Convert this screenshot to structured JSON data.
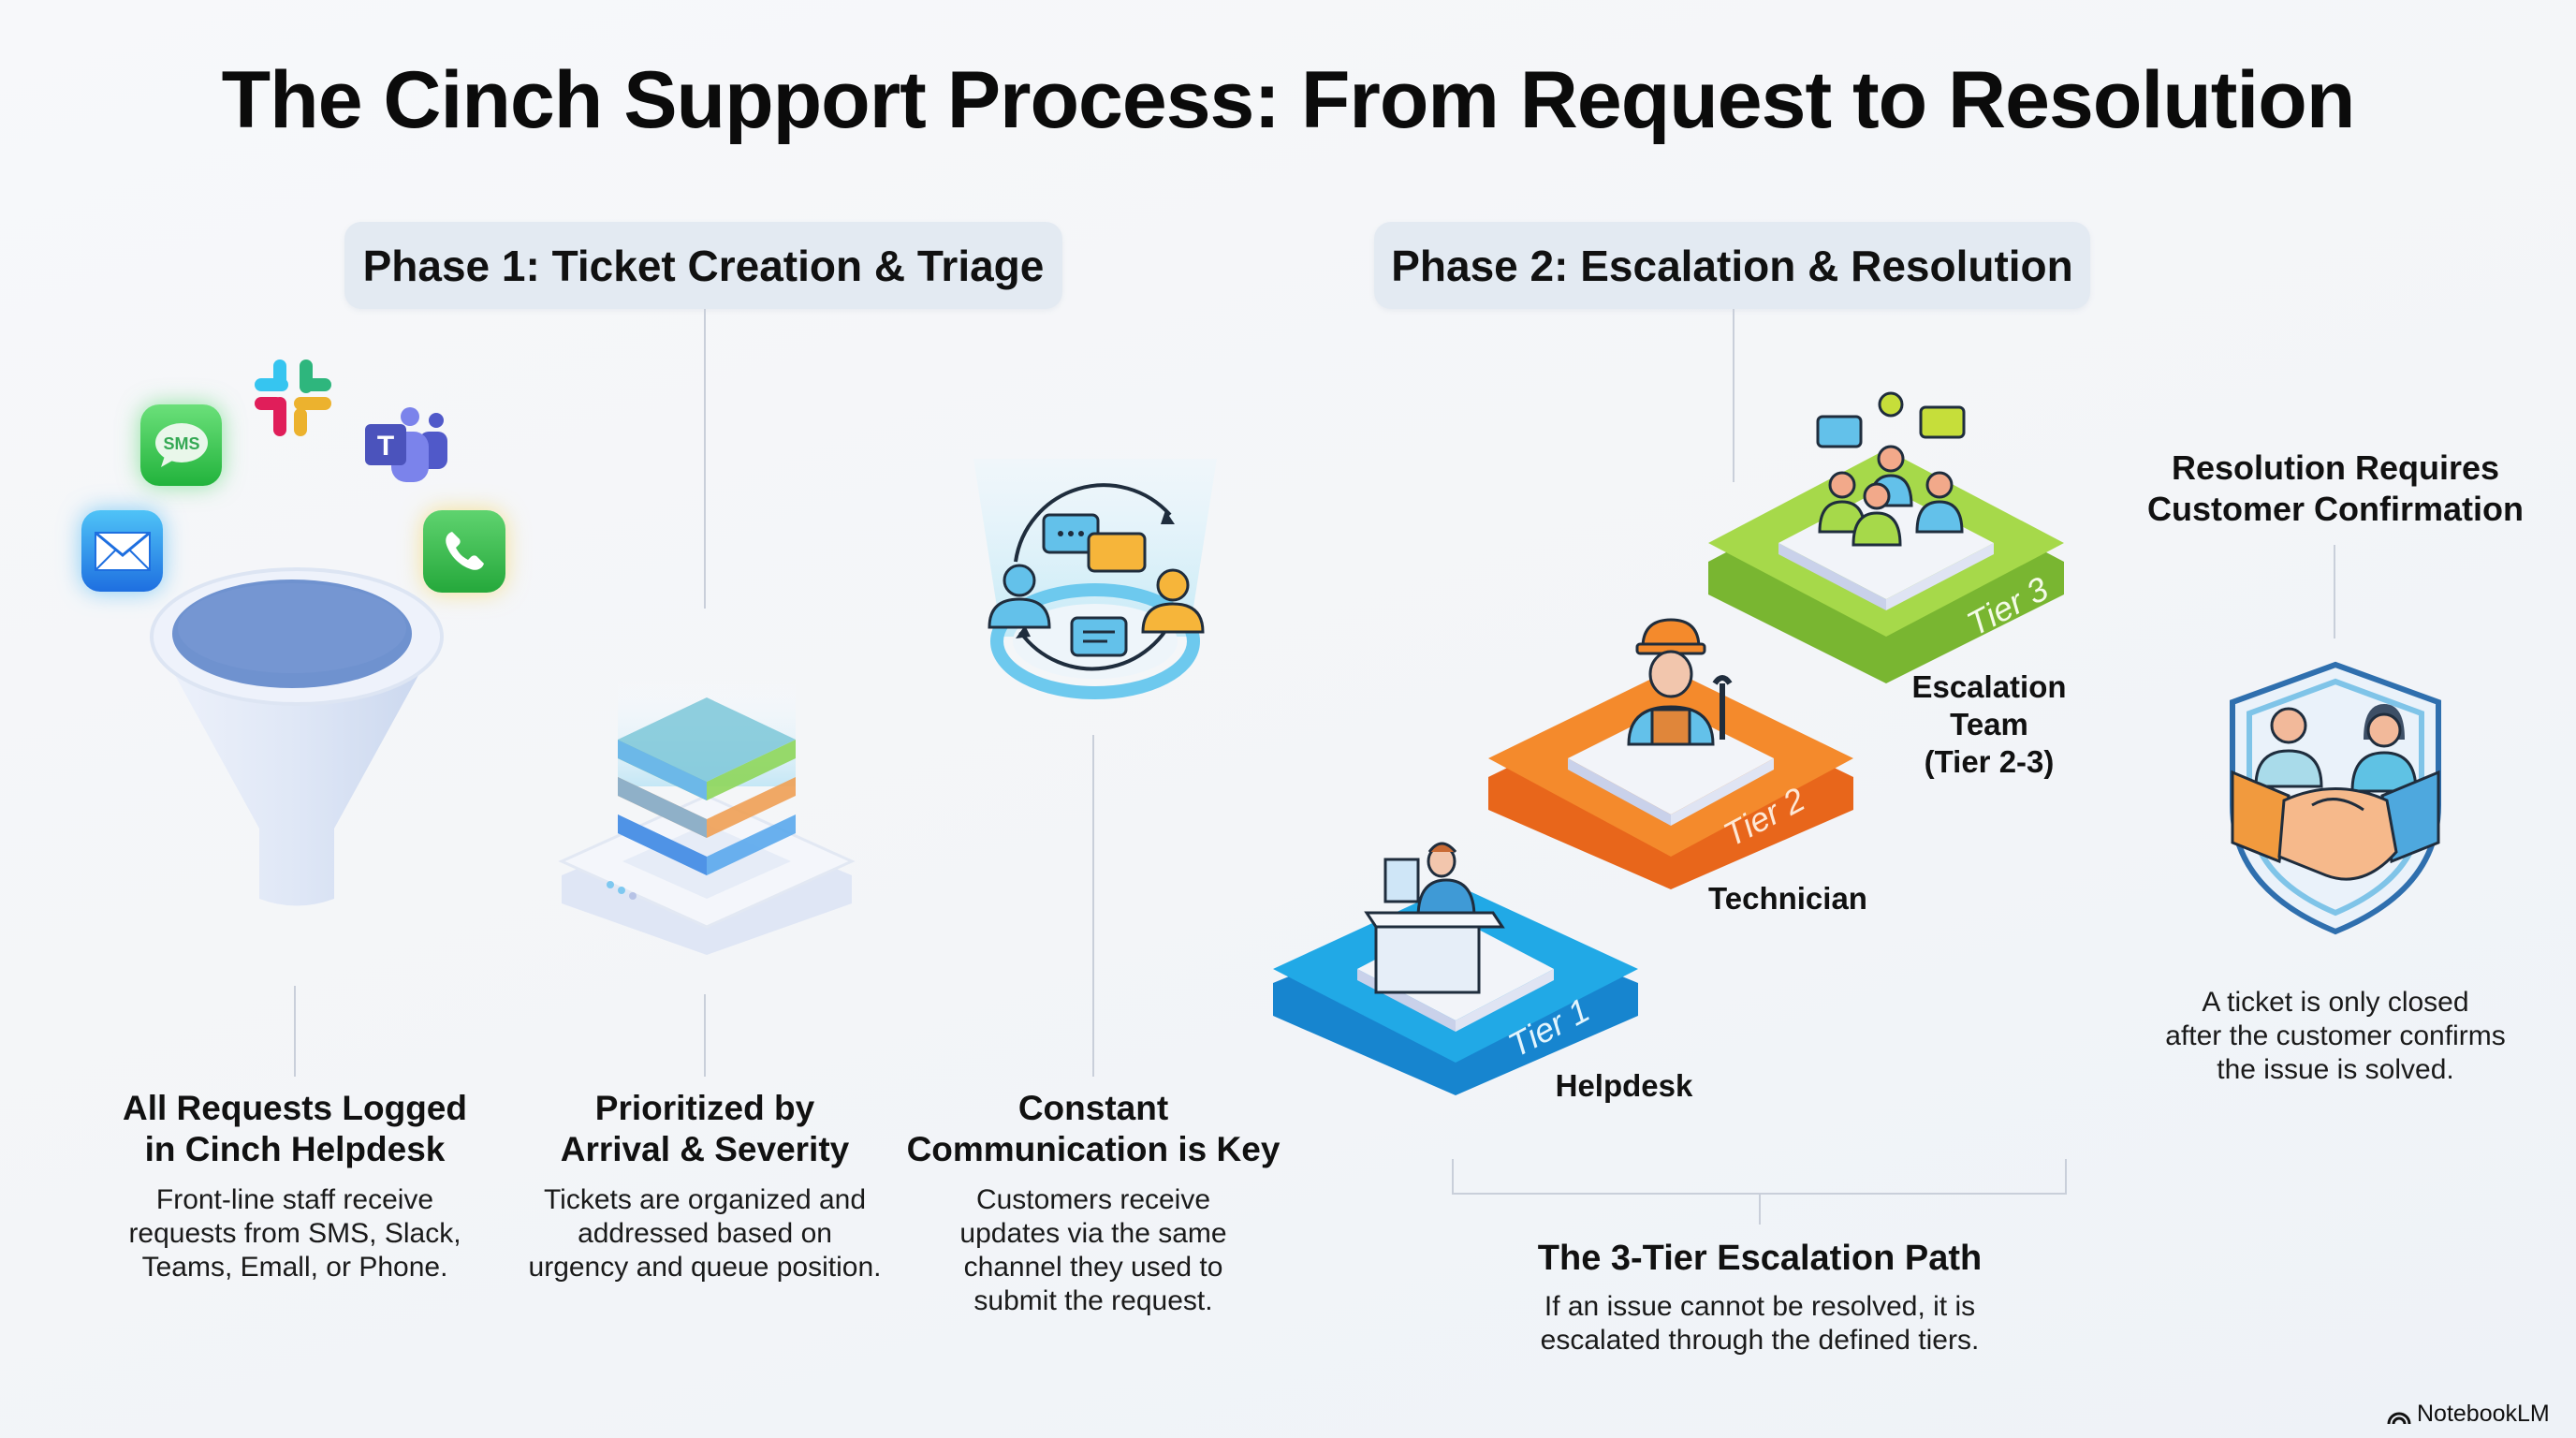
{
  "title": "The Cinch Support Process: From Request to Resolution",
  "phases": [
    {
      "label": "Phase 1: Ticket Creation & Triage"
    },
    {
      "label": "Phase 2: Escalation & Resolution"
    }
  ],
  "channels": [
    {
      "name": "SMS",
      "icon": "sms-icon",
      "badge_text": "SMS",
      "color": "#34c759"
    },
    {
      "name": "Slack",
      "icon": "slack-icon"
    },
    {
      "name": "Teams",
      "icon": "teams-icon",
      "badge_text": "T",
      "color": "#5059c9"
    },
    {
      "name": "Email",
      "icon": "email-icon",
      "color": "#1e88e5"
    },
    {
      "name": "Phone",
      "icon": "phone-icon",
      "color": "#34c759"
    }
  ],
  "phase1_steps": [
    {
      "heading_lines": [
        "All Requests Logged",
        "in Cinch Helpdesk"
      ],
      "body_lines": [
        "Front-line staff receive",
        "requests from SMS, Slack,",
        "Teams, Emall, or Phone."
      ],
      "icon": "funnel-icon"
    },
    {
      "heading_lines": [
        "Prioritized by",
        "Arrival & Severity"
      ],
      "body_lines": [
        "Tickets are organized and",
        "addressed based on",
        "urgency and queue position."
      ],
      "icon": "priority-stack-icon"
    },
    {
      "heading_lines": [
        "Constant",
        "Communication is Key"
      ],
      "body_lines": [
        "Customers receive",
        "updates via the same",
        "channel they used to",
        "submit the request."
      ],
      "icon": "communication-cycle-icon"
    }
  ],
  "tiers": [
    {
      "tier": "Tier 1",
      "role": "Helpdesk",
      "color": "#1aa3e0",
      "icon": "helpdesk-agent-icon"
    },
    {
      "tier": "Tier 2",
      "role": "Technician",
      "color": "#f07a22",
      "icon": "technician-icon"
    },
    {
      "tier": "Tier 3",
      "role_lines": [
        "Escalation",
        "Team",
        "(Tier 2-3)"
      ],
      "color": "#8fc93a",
      "icon": "escalation-team-icon"
    }
  ],
  "escalation_path": {
    "heading": "The 3-Tier Escalation Path",
    "body_lines": [
      "If an issue cannot be resolved, it is",
      "escalated through the defined tiers."
    ]
  },
  "resolution": {
    "heading_lines": [
      "Resolution Requires",
      "Customer Confirmation"
    ],
    "body_lines": [
      "A ticket is only closed",
      "after the customer confirms",
      "the issue is solved."
    ],
    "icon": "handshake-shield-icon"
  },
  "branding": {
    "label": "NotebookLM",
    "icon": "notebooklm-logo-icon"
  }
}
